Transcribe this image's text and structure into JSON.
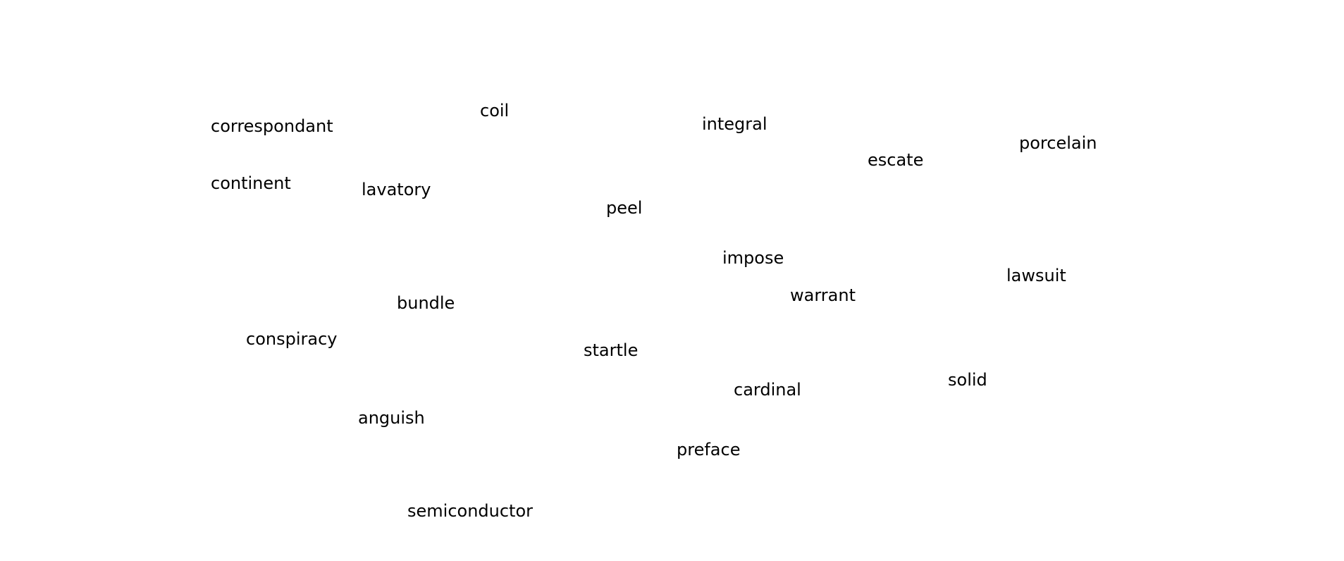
{
  "words": [
    "correspondant",
    "coil",
    "integral",
    "porcelain",
    "escate",
    "continent",
    "lavatory",
    "peel",
    "impose",
    "lawsuit",
    "warrant",
    "bundle",
    "conspiracy",
    "startle",
    "solid",
    "cardinal",
    "anguish",
    "preface",
    "semiconductor"
  ]
}
